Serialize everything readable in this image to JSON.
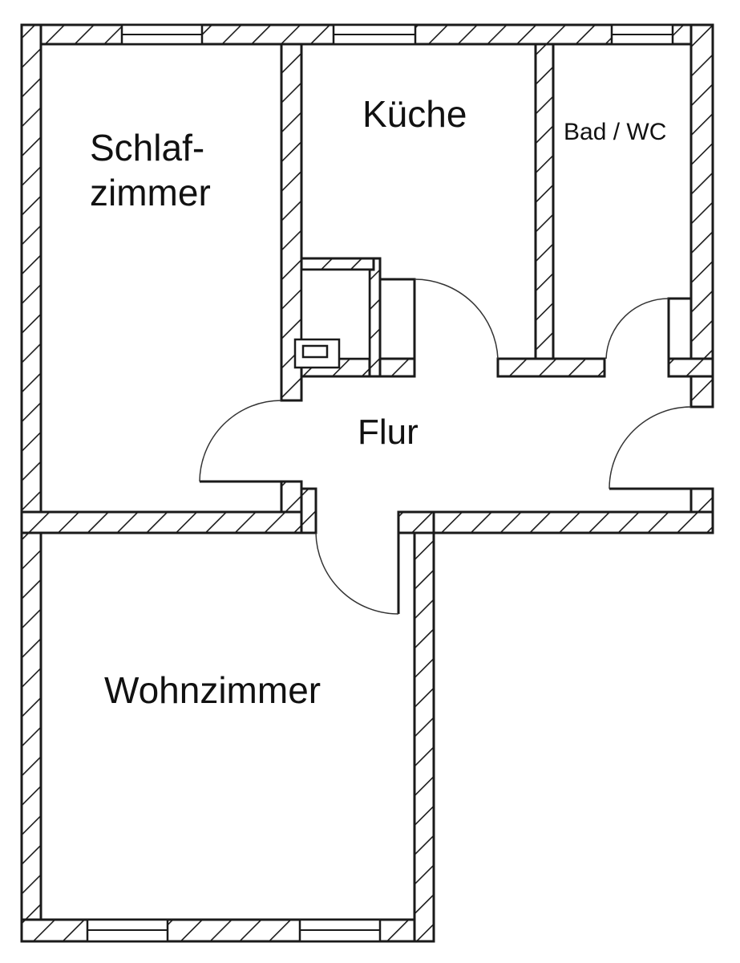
{
  "floor_plan": {
    "rooms": [
      {
        "id": "schlafzimmer",
        "label_line1": "Schlaf-",
        "label_line2": "zimmer"
      },
      {
        "id": "kueche",
        "label": "Küche"
      },
      {
        "id": "bad",
        "label": "Bad / WC"
      },
      {
        "id": "flur",
        "label": "Flur"
      },
      {
        "id": "wohnzimmer",
        "label": "Wohnzimmer"
      }
    ]
  }
}
